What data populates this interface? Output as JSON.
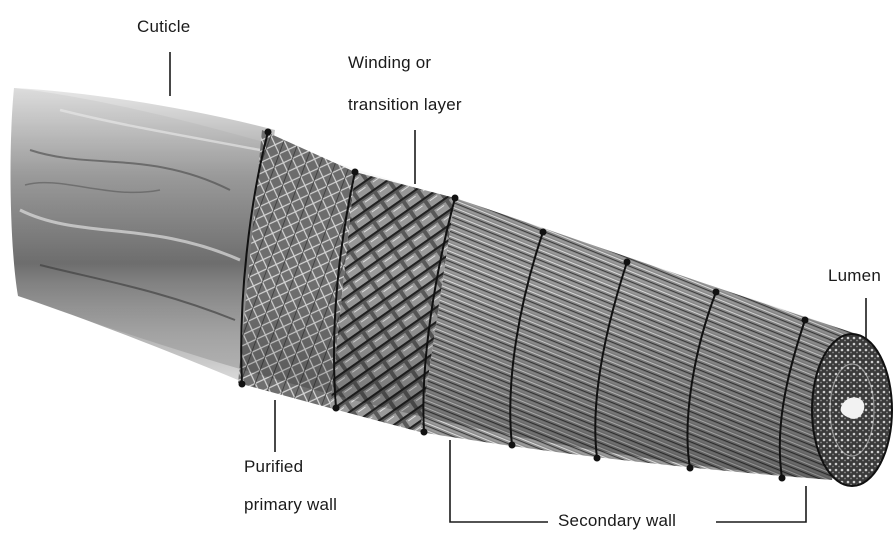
{
  "labels": {
    "cuticle": "Cuticle",
    "winding_line1": "Winding or",
    "winding_line2": "transition layer",
    "lumen": "Lumen",
    "primary_line1": "Purified",
    "primary_line2": "primary wall",
    "secondary": "Secondary wall"
  },
  "colors": {
    "background": "#ffffff",
    "text": "#1a1a1a",
    "leader_lines": "#1a1a1a"
  }
}
